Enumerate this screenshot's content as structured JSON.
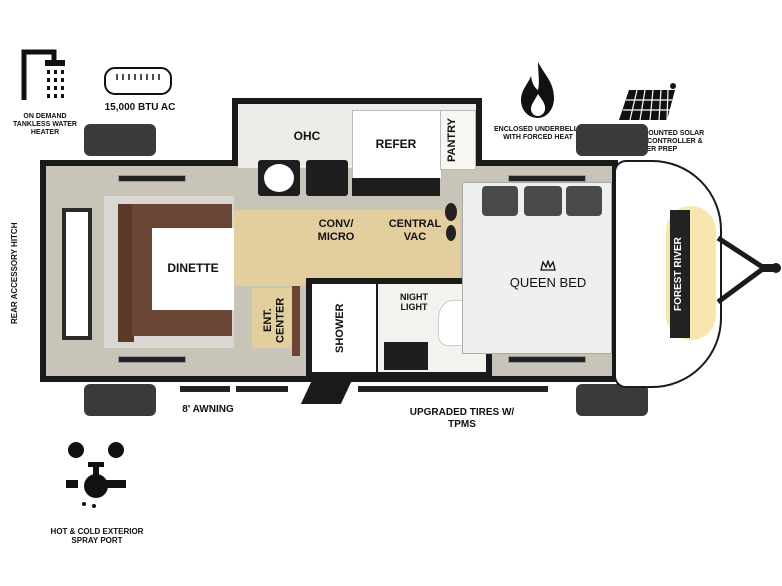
{
  "features": {
    "water_heater": "ON DEMAND TANKLESS WATER HEATER",
    "ac": "15,000 BTU AC",
    "underbelly": "ENCLOSED UNDERBELLY WITH FORCED HEAT",
    "solar": "LARGE ROOF MOUNTED SOLAR PANEL 30 AMP CONTROLLER & INVERTER PREP",
    "spray_port": "HOT & COLD EXTERIOR SPRAY PORT",
    "awning": "8' AWNING",
    "tires": "UPGRADED TIRES W/ TPMS",
    "rear_hitch": "REAR ACCESSORY HITCH"
  },
  "rooms": {
    "ohc": "OHC",
    "refer": "REFER",
    "pantry": "PANTRY",
    "conv_micro": "CONV/ MICRO",
    "central_vac": "CENTRAL VAC",
    "dinette": "DINETTE",
    "ent_center": "ENT. CENTER",
    "shower": "SHOWER",
    "night_light": "NIGHT LIGHT",
    "queen_bed": "QUEEN BED"
  },
  "brand": "FOREST RIVER",
  "icons": [
    "shower-icon",
    "ac-unit-icon",
    "flame-icon",
    "solar-panel-icon",
    "spray-port-icon",
    "crown-icon",
    "footprint-icon"
  ]
}
